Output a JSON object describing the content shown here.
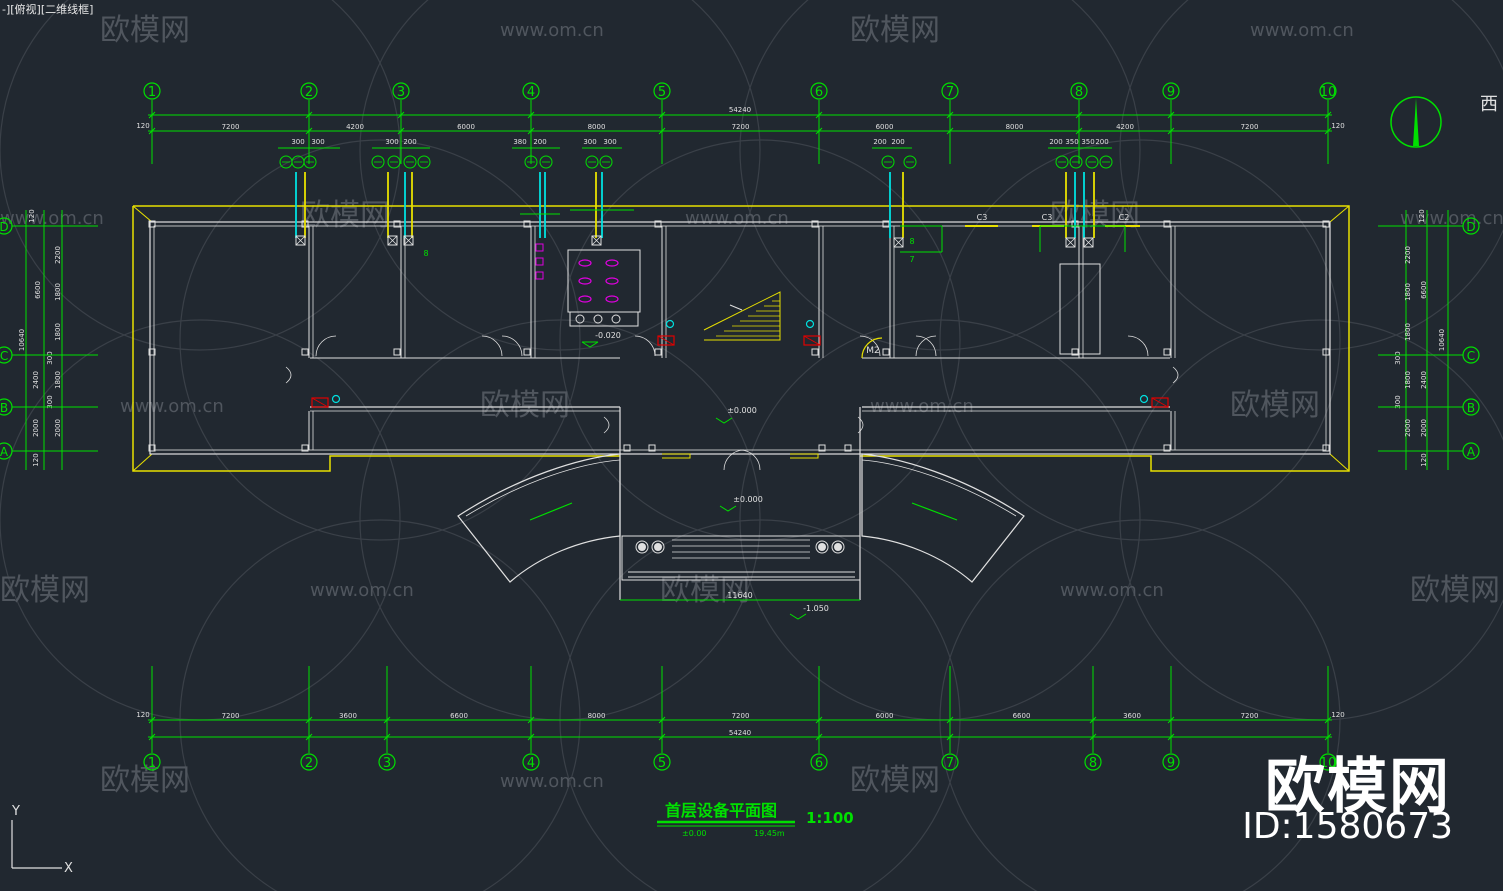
{
  "viewport": {
    "label": "-][俯视][二维线框]"
  },
  "axes_top": [
    "1",
    "2",
    "3",
    "4",
    "5",
    "6",
    "7",
    "8",
    "9",
    "10"
  ],
  "axes_bottom": [
    "1",
    "2",
    "3",
    "4",
    "5",
    "6",
    "7",
    "8",
    "9",
    "10"
  ],
  "axes_rows": [
    "D",
    "C",
    "B",
    "A"
  ],
  "dims_top": {
    "total": "54240",
    "edge": "120",
    "segments": [
      "7200",
      "4200",
      "6000",
      "8000",
      "7200",
      "6000",
      "8000",
      "4200",
      "7200"
    ]
  },
  "dims_bottom": {
    "total": "54240",
    "edge": "120",
    "segments": [
      "7200",
      "3600",
      "6600",
      "8000",
      "7200",
      "6000",
      "6600",
      "3600",
      "7200"
    ]
  },
  "dims_left": {
    "overall": "10640",
    "sub": "6600",
    "values": [
      "120",
      "2200",
      "1800",
      "1800",
      "300",
      "2400",
      "300",
      "2000",
      "120",
      "1800",
      "2000"
    ]
  },
  "dims_right": {
    "overall": "10640",
    "sub": "6600",
    "values": [
      "120",
      "2200",
      "1800",
      "1800",
      "300",
      "2400",
      "300",
      "1800",
      "2000",
      "120",
      "2000"
    ]
  },
  "pipe_dims": [
    "300",
    "300",
    "300",
    "200",
    "380",
    "200",
    "300",
    "300",
    "200",
    "200",
    "200",
    "350",
    "350",
    "200"
  ],
  "labels": {
    "c3": "C3",
    "c3b": "C3",
    "c2": "C2",
    "m2": "M2",
    "elev_minus_020": "-0.020",
    "elev_zero_a": "±0.000",
    "elev_zero_b": "±0.000",
    "width_11640": "11640",
    "elev_minus_1050": "-1.050",
    "pipe_no_a": "8",
    "pipe_no_b": "8",
    "pipe_no_c": "7",
    "compass": "西"
  },
  "title": {
    "main": "首层设备平面图",
    "scale": "1:100",
    "sub_left": "±0.00",
    "sub_right": "19.45m"
  },
  "watermarks": {
    "brand": "欧模网",
    "url": "www.om.cn",
    "id": "ID:1580673"
  },
  "ucs": {
    "x": "X",
    "y": "Y"
  },
  "colors": {
    "background": "#212830",
    "green": "#00e000",
    "yellow": "#e8e000",
    "white": "#e0e0e0",
    "cyan": "#00e0e0",
    "magenta": "#e000e0",
    "red": "#e00000"
  }
}
